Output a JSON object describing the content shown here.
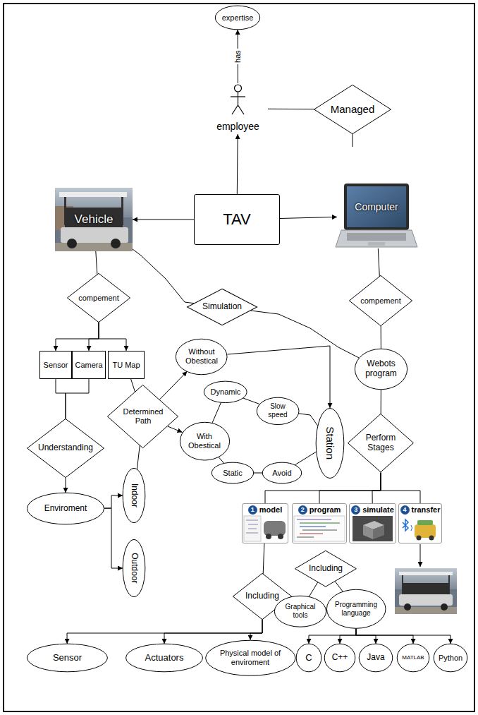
{
  "diagram": {
    "nodes": [
      {
        "text": [
          "expertise"
        ]
      },
      {
        "text": [
          "employee"
        ]
      },
      {
        "text": [
          "Managed"
        ]
      },
      {
        "text": [
          "TAV"
        ]
      },
      {
        "text": [
          "Vehicle"
        ]
      },
      {
        "text": [
          "Computer"
        ]
      },
      {
        "text": [
          "compement"
        ]
      },
      {
        "text": [
          "Simulation"
        ]
      },
      {
        "text": [
          "compement"
        ]
      },
      {
        "text": [
          "Sensor"
        ]
      },
      {
        "text": [
          "Camera"
        ]
      },
      {
        "text": [
          "TU Map"
        ]
      },
      {
        "text": [
          "Without Obestical"
        ]
      },
      {
        "text": [
          "Webots program"
        ]
      },
      {
        "text": [
          "Dynamic"
        ]
      },
      {
        "text": [
          "Determined Path"
        ]
      },
      {
        "text": [
          "Slow speed"
        ]
      },
      {
        "text": [
          "With Obestical"
        ]
      },
      {
        "text": [
          "Station"
        ]
      },
      {
        "text": [
          "Understanding"
        ]
      },
      {
        "text": [
          "Perform Stages"
        ]
      },
      {
        "text": [
          "Static"
        ]
      },
      {
        "text": [
          "Avoid"
        ]
      },
      {
        "text": [
          "Indoor"
        ]
      },
      {
        "text": [
          "Enviroment"
        ]
      },
      {
        "text": [
          "1",
          "model"
        ]
      },
      {
        "text": [
          "2",
          "program"
        ]
      },
      {
        "text": [
          "3",
          "simulate"
        ]
      },
      {
        "text": [
          "4",
          "transfer"
        ]
      },
      {
        "text": [
          "Outdoor"
        ]
      },
      {
        "text": [
          "Including"
        ]
      },
      {
        "text": [
          "Including"
        ]
      },
      {
        "text": [
          "Graphical tools"
        ]
      },
      {
        "text": [
          "Programming language"
        ]
      },
      {
        "text": [
          "Sensor"
        ]
      },
      {
        "text": [
          "Actuators"
        ]
      },
      {
        "text": [
          "Physical model of enviroment"
        ]
      },
      {
        "text": [
          "C"
        ]
      },
      {
        "text": [
          "C++"
        ]
      },
      {
        "text": [
          "Java"
        ]
      },
      {
        "text": [
          "MATLAB"
        ]
      },
      {
        "text": [
          "Python"
        ]
      }
    ],
    "edges": [
      {
        "from": 1,
        "to": 0,
        "arrow": "to",
        "label": "has"
      },
      {
        "from": 1,
        "to": 2,
        "arrow": "none"
      },
      {
        "from": 3,
        "to": 1,
        "arrow": "to"
      },
      {
        "from": 3,
        "to": 4,
        "arrow": "to"
      },
      {
        "from": 3,
        "to": 5,
        "arrow": "to"
      },
      {
        "from": 4,
        "to": 6,
        "arrow": "none"
      },
      {
        "from": 5,
        "to": 8,
        "arrow": "none"
      },
      {
        "from": 4,
        "to": 7,
        "arrow": "none"
      },
      {
        "from": 7,
        "to": 13,
        "arrow": "none"
      },
      {
        "from": 6,
        "to": 9,
        "arrow": "to"
      },
      {
        "from": 6,
        "to": 10,
        "arrow": "to"
      },
      {
        "from": 6,
        "to": 11,
        "arrow": "to"
      },
      {
        "from": 8,
        "to": 13,
        "arrow": "none"
      },
      {
        "from": 9,
        "to": 19,
        "arrow": "none"
      },
      {
        "from": 10,
        "to": 19,
        "arrow": "none"
      },
      {
        "from": 11,
        "to": 15,
        "arrow": "none"
      },
      {
        "from": 15,
        "to": 12,
        "arrow": "to"
      },
      {
        "from": 15,
        "to": 17,
        "arrow": "to"
      },
      {
        "from": 12,
        "to": 18,
        "arrow": "to"
      },
      {
        "from": 17,
        "to": 14,
        "arrow": "none"
      },
      {
        "from": 14,
        "to": 16,
        "arrow": "none"
      },
      {
        "from": 16,
        "to": 18,
        "arrow": "none"
      },
      {
        "from": 17,
        "to": 21,
        "arrow": "none"
      },
      {
        "from": 21,
        "to": 22,
        "arrow": "none"
      },
      {
        "from": 22,
        "to": 18,
        "arrow": "none"
      },
      {
        "from": 13,
        "to": 20,
        "arrow": "none"
      },
      {
        "from": 19,
        "to": 24,
        "arrow": "to"
      },
      {
        "from": 24,
        "to": 23,
        "arrow": "to"
      },
      {
        "from": 24,
        "to": 29,
        "arrow": "to"
      },
      {
        "from": 23,
        "to": 15,
        "arrow": "none"
      },
      {
        "from": 20,
        "to": 25,
        "arrow": "none"
      },
      {
        "from": 20,
        "to": 26,
        "arrow": "none"
      },
      {
        "from": 20,
        "to": 27,
        "arrow": "none"
      },
      {
        "from": 20,
        "to": 28,
        "arrow": "none"
      },
      {
        "from": 25,
        "to": 31,
        "arrow": "none"
      },
      {
        "from": 31,
        "to": 34,
        "arrow": "to"
      },
      {
        "from": 31,
        "to": 35,
        "arrow": "to"
      },
      {
        "from": 31,
        "to": 36,
        "arrow": "to"
      },
      {
        "from": 30,
        "to": 32,
        "arrow": "none"
      },
      {
        "from": 30,
        "to": 33,
        "arrow": "none"
      },
      {
        "from": 33,
        "to": 37,
        "arrow": "to"
      },
      {
        "from": 33,
        "to": 38,
        "arrow": "to"
      },
      {
        "from": 33,
        "to": 39,
        "arrow": "to"
      },
      {
        "from": 33,
        "to": 40,
        "arrow": "to"
      },
      {
        "from": 33,
        "to": 41,
        "arrow": "to"
      }
    ]
  }
}
